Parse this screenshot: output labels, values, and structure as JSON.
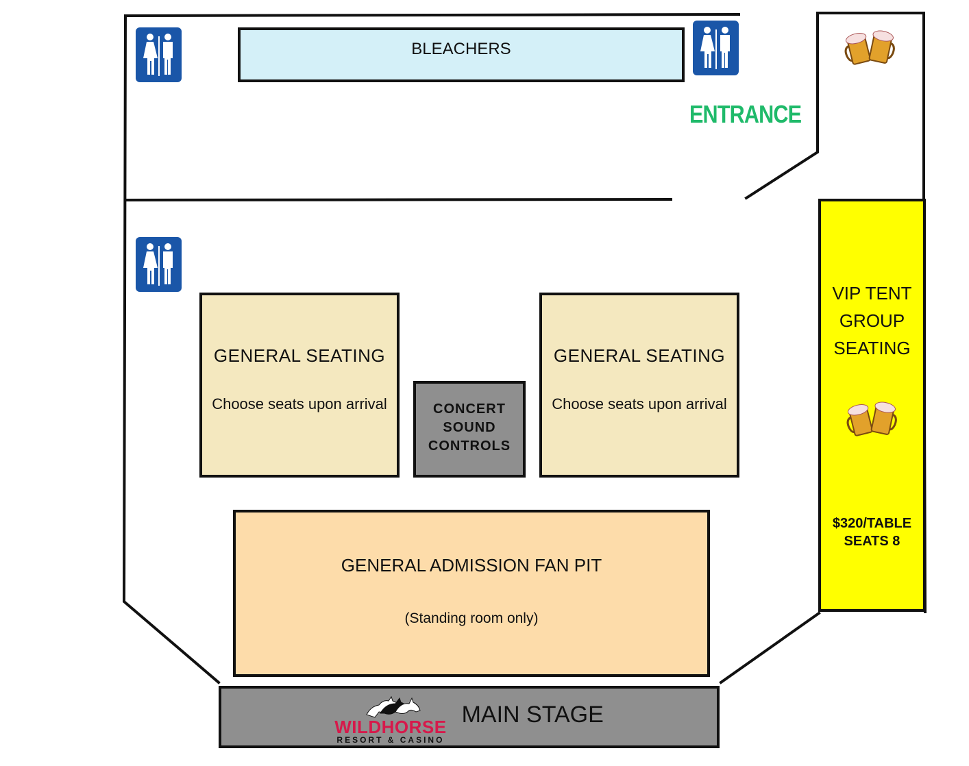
{
  "venue": {
    "brand": "WILDHORSE",
    "brand_sub": "RESORT & CASINO",
    "colors": {
      "wall": "#111111",
      "bleachers": "#d4f0f8",
      "general_seating": "#f4e8bf",
      "sound_controls": "#8f8f8f",
      "fan_pit": "#fddcaa",
      "stage": "#8f8f8f",
      "vip": "#ffff00",
      "restroom": "#1a56a8",
      "entrance": "#1fba6a",
      "brand": "#d7194b"
    }
  },
  "labels": {
    "bleachers": "BLEACHERS",
    "entrance": "ENTRANCE",
    "general_seating_left": {
      "title": "GENERAL SEATING",
      "sub": "Choose seats upon arrival"
    },
    "general_seating_right": {
      "title": "GENERAL SEATING",
      "sub": "Choose seats upon arrival"
    },
    "sound_controls": [
      "CONCERT",
      "SOUND",
      "CONTROLS"
    ],
    "fan_pit": {
      "title": "GENERAL ADMISSION FAN PIT",
      "sub": "(Standing room only)"
    },
    "stage": "MAIN STAGE",
    "vip": {
      "title_lines": [
        "VIP TENT",
        "GROUP",
        "SEATING"
      ],
      "price": "$320/TABLE",
      "capacity": "SEATS 8"
    }
  },
  "icons": {
    "restroom": "restroom-icon",
    "beer": "beer-mugs-icon",
    "horses": "horses-logo-icon"
  }
}
